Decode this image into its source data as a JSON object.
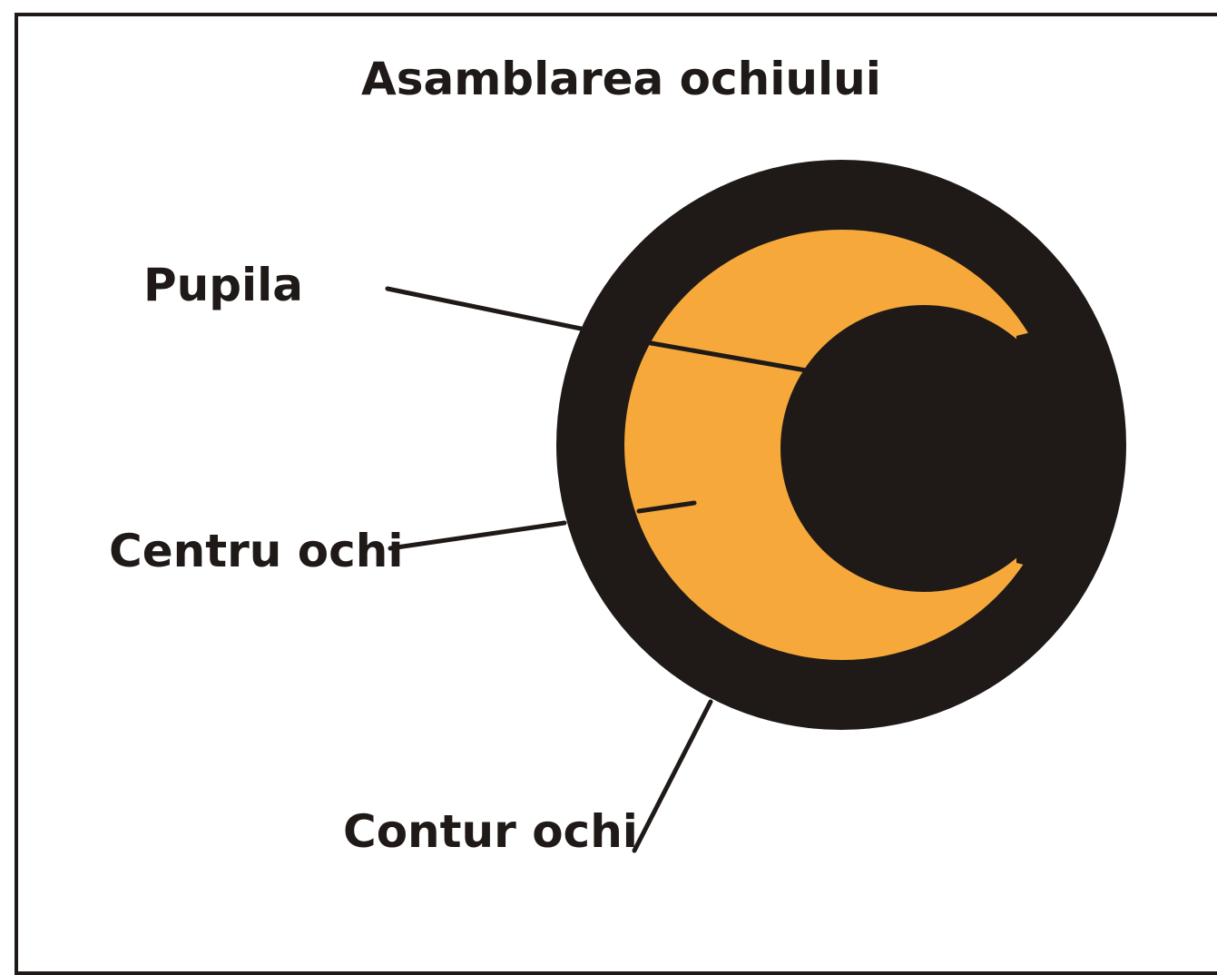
{
  "title": "Asamblarea ochiului",
  "labels": {
    "pupil": "Pupila",
    "center": "Centru ochi",
    "outline": "Contur ochi"
  },
  "colors": {
    "outline": "#1f1a17",
    "center": "#f6a83b",
    "background": "#ffffff"
  }
}
